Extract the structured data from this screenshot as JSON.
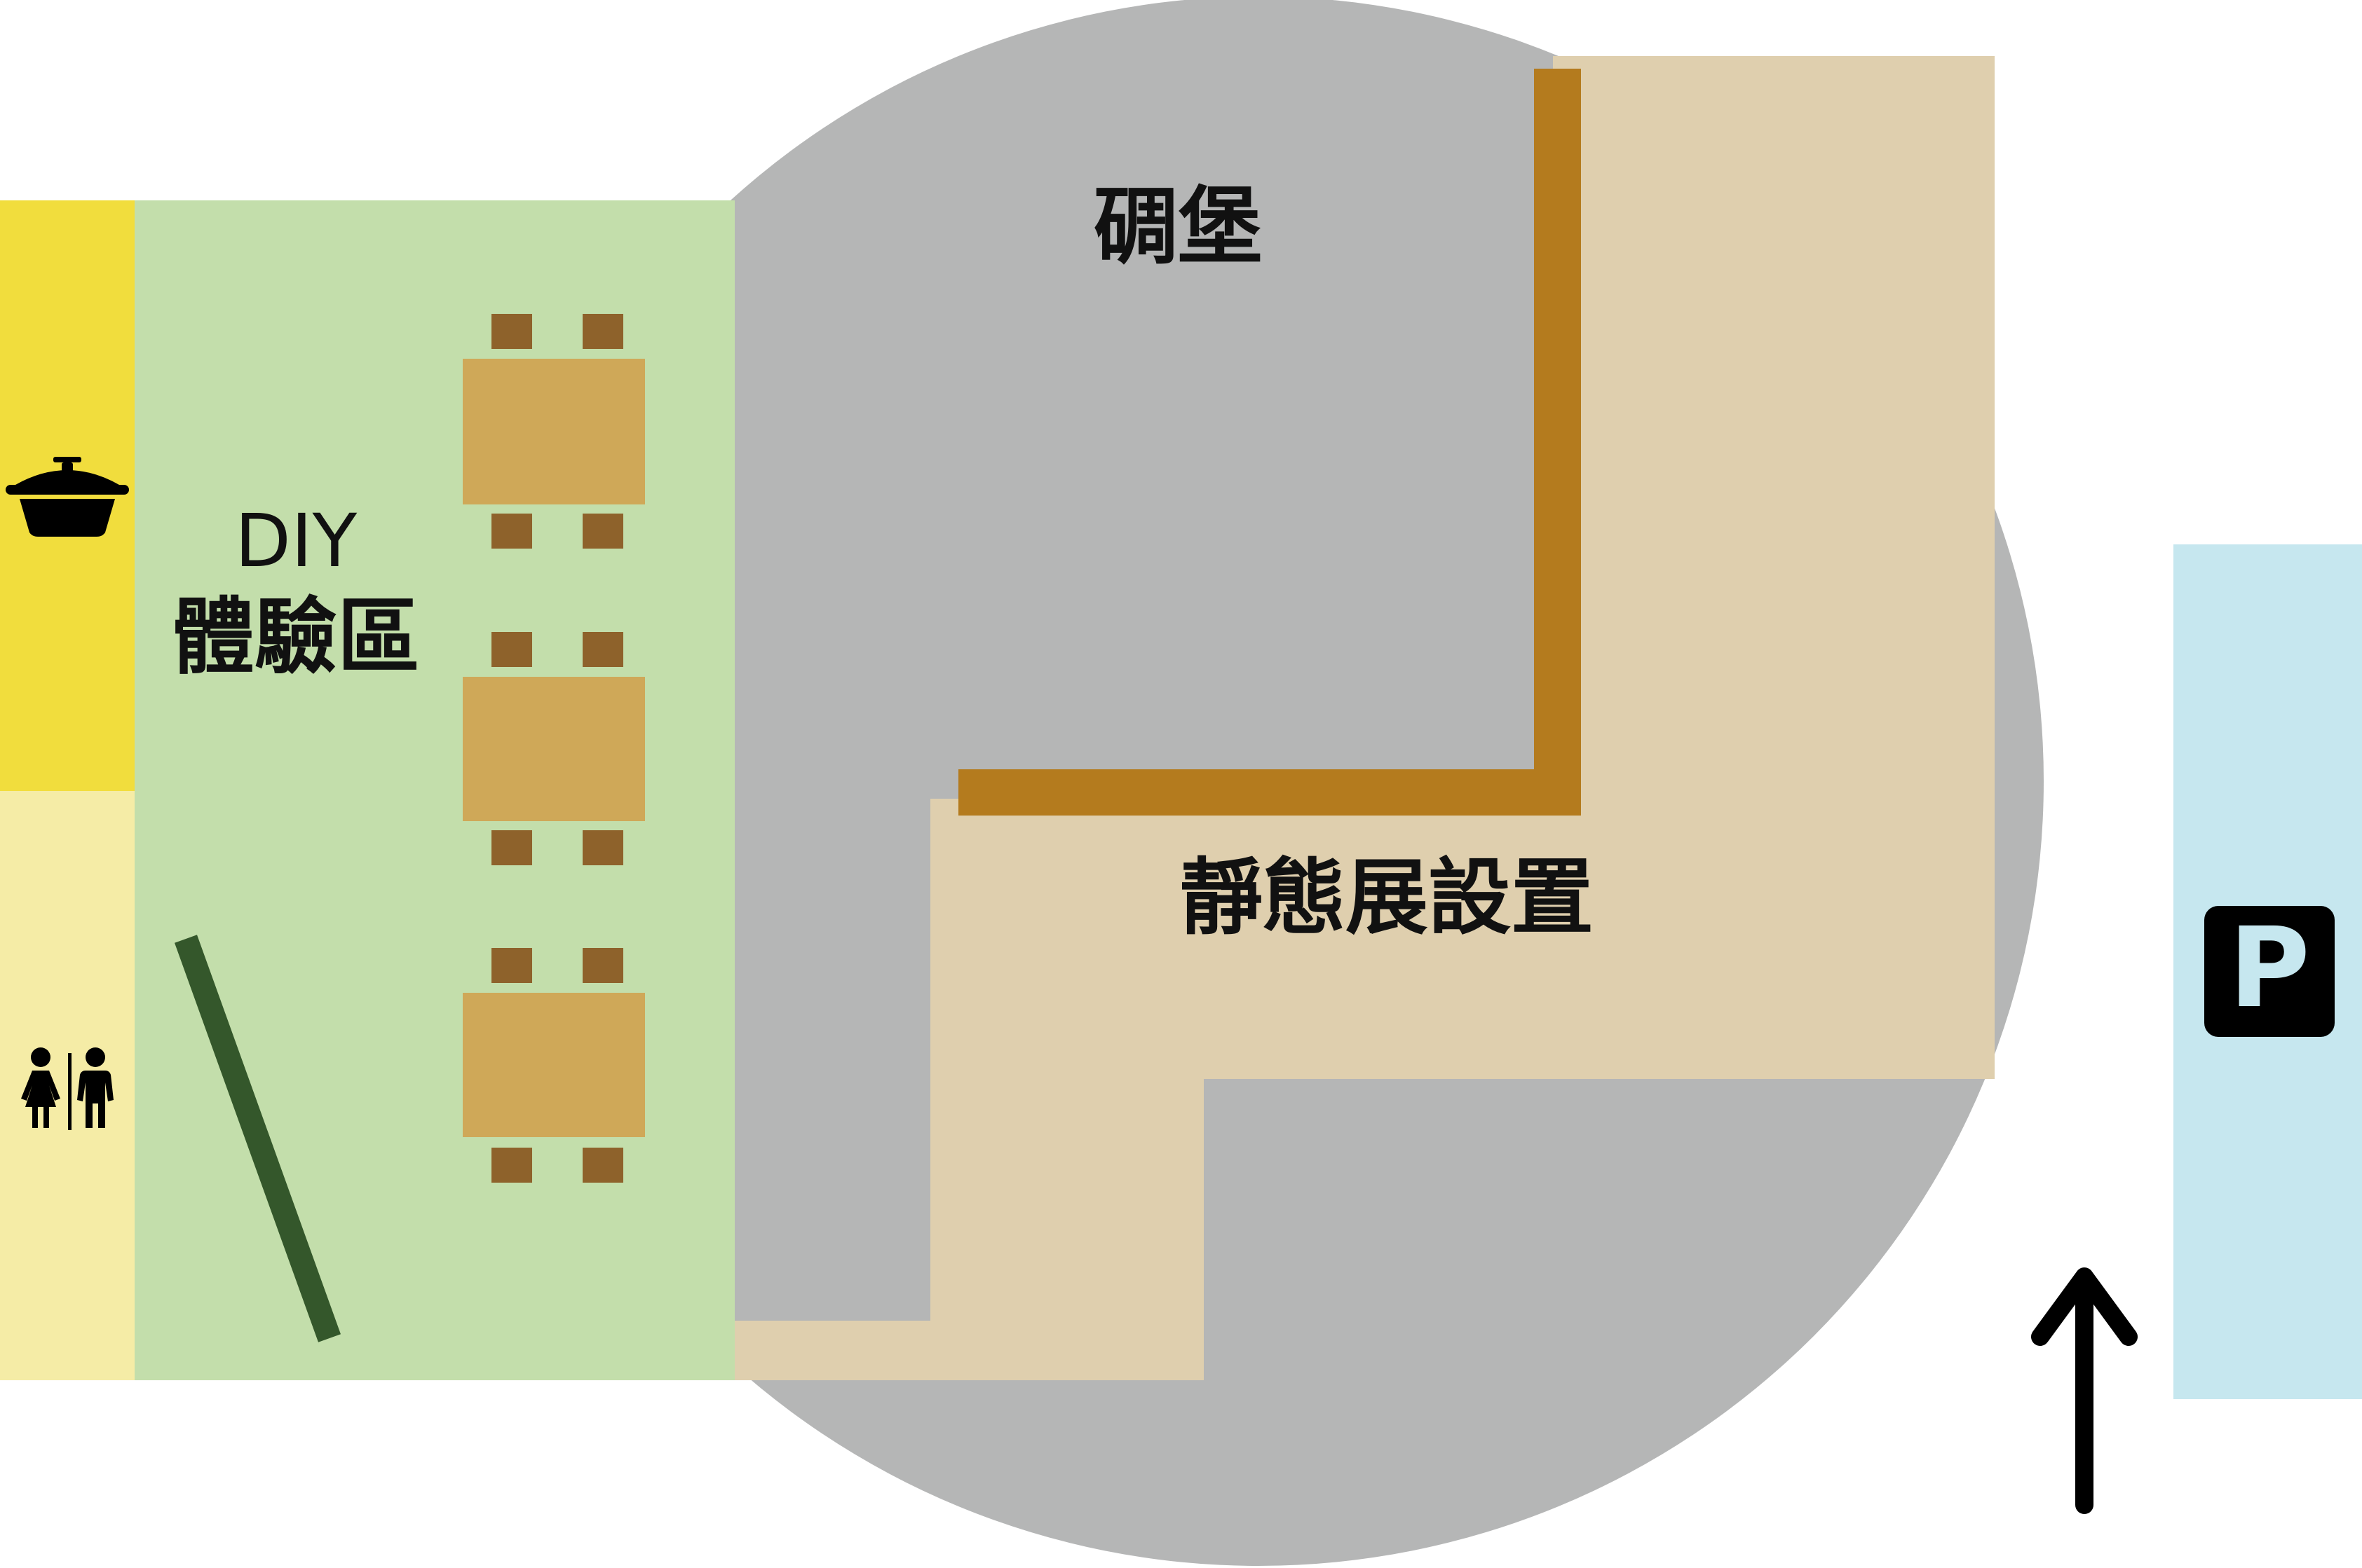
{
  "labels": {
    "bunker": "碉堡",
    "diy_line1": "DIY",
    "diy_line2": "體驗區",
    "static_exhibit": "靜態展設置"
  },
  "icons": {
    "cooking": "cooking-pot-icon",
    "restroom": "restroom-icon",
    "parking": "parking-icon",
    "direction": "arrow-up-icon"
  },
  "parking_letter": "P",
  "colors": {
    "bunker_gray": "#b5b6b6",
    "exhibit_tan": "#dfcfae",
    "wall_brown": "#b47b1e",
    "diy_green": "#c3deab",
    "kitchen_yellow": "#f1dd3d",
    "restroom_yellow": "#f5eca6",
    "parking_blue": "#c6e7ef",
    "table_tan": "#cfa858",
    "chair_brown": "#8e622b",
    "partition_green": "#34572b",
    "ink": "#000000"
  }
}
